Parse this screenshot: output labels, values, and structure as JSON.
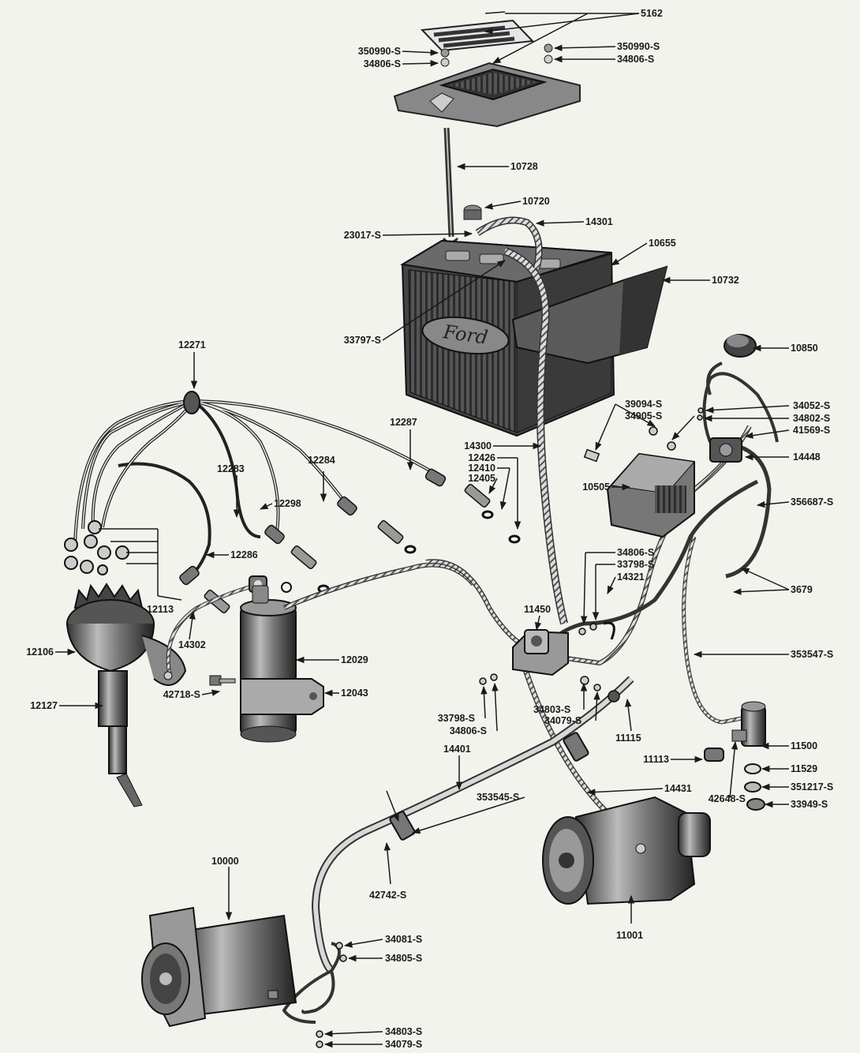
{
  "labels": {
    "p5162": "5162",
    "p350990L": "350990-S",
    "p34806L": "34806-S",
    "p350990R": "350990-S",
    "p34806R": "34806-S",
    "p10728": "10728",
    "p10720": "10720",
    "p14301": "14301",
    "p23017": "23017-S",
    "p10655": "10655",
    "p10732": "10732",
    "p33797": "33797-S",
    "p10850": "10850",
    "p12271": "12271",
    "p12287": "12287",
    "p14300": "14300",
    "p12426": "12426",
    "p12410": "12410",
    "p12405": "12405",
    "p39094": "39094-S",
    "p34905": "34905-S",
    "p34052": "34052-S",
    "p34802": "34802-S",
    "p41569": "41569-S",
    "p14448": "14448",
    "p12284": "12284",
    "p12283": "12283",
    "p12298": "12298",
    "p10505": "10505",
    "p356687": "356687-S",
    "p12286": "12286",
    "p34806M": "34806-S",
    "p33798M": "33798-S",
    "p14321": "14321",
    "p3679": "3679",
    "p12113": "12113",
    "p11450": "11450",
    "p14302": "14302",
    "p12106": "12106",
    "p12029": "12029",
    "p353547": "353547-S",
    "p42718": "42718-S",
    "p12043": "12043",
    "p34803M": "34803-S",
    "p34079M": "34079-S",
    "p12127": "12127",
    "p33798L": "33798-S",
    "p34806LL": "34806-S",
    "p11115": "11115",
    "p11500": "11500",
    "p14401": "14401",
    "p11113": "11113",
    "p11529": "11529",
    "p351217": "351217-S",
    "p42648": "42648-S",
    "p33949": "33949-S",
    "p14431": "14431",
    "p353545": "353545-S",
    "p42742": "42742-S",
    "p10000": "10000",
    "p11001": "11001",
    "p34081": "34081-S",
    "p34805": "34805-S",
    "p34803B": "34803-S",
    "p34079B": "34079-S"
  }
}
